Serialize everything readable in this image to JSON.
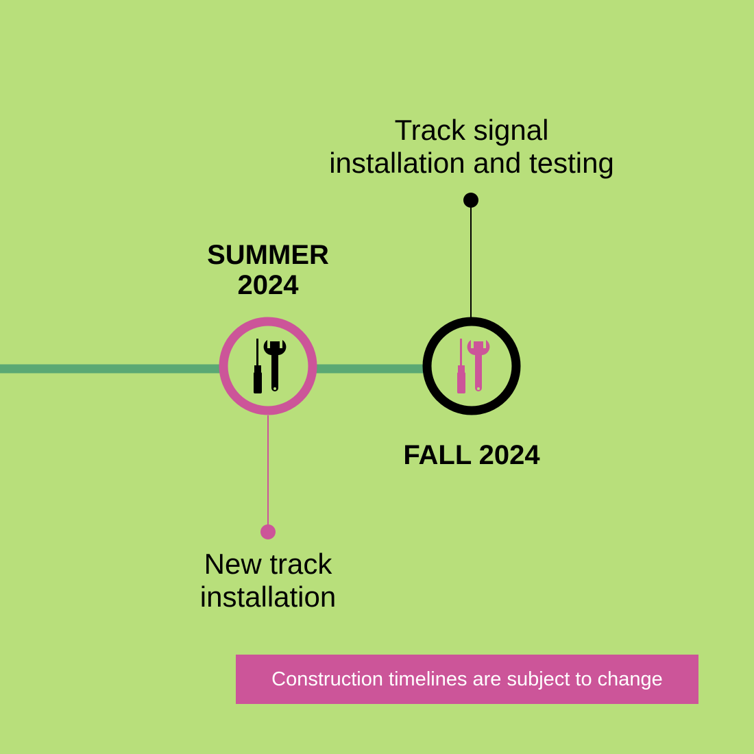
{
  "colors": {
    "background": "#b8df7b",
    "timeline": "#5aa874",
    "accent": "#cc5599",
    "dark": "#000000"
  },
  "milestones": [
    {
      "period": "SUMMER 2024",
      "period_line1": "SUMMER",
      "period_line2": "2024",
      "description_line1": "New track",
      "description_line2": "installation",
      "icon": "tools-icon"
    },
    {
      "period": "FALL 2024",
      "description_line1": "Track signal",
      "description_line2": "installation and testing",
      "icon": "tools-icon"
    }
  ],
  "note": "Construction timelines are subject to change"
}
